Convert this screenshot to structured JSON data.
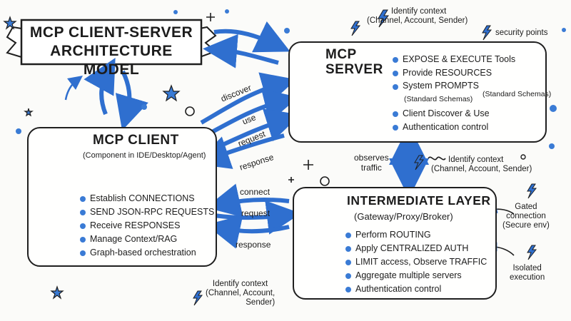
{
  "banner": {
    "line1": "MCP CLIENT-SERVER",
    "line2": "ARCHITECTURE MODEL"
  },
  "server": {
    "title1": "MCP",
    "title2": "SERVER",
    "items": [
      "EXPOSE & EXECUTE Tools",
      "Provide RESOURCES",
      "System PROMPTS",
      "Client Discover & Use",
      "Authentication control"
    ],
    "schema_note_1": "(Standard Schemas)",
    "schema_note_2": "(Standard Schemas)"
  },
  "client": {
    "title": "MCP CLIENT",
    "subtitle": "(Component in IDE/Desktop/Agent)",
    "items": [
      "Establish CONNECTIONS",
      "SEND JSON-RPC REQUESTS",
      "Receive RESPONSES",
      "Manage Context/RAG",
      "Graph-based orchestration"
    ]
  },
  "layer": {
    "title": "INTERMEDIATE LAYER",
    "subtitle": "(Gateway/Proxy/Broker)",
    "items": [
      "Perform ROUTING",
      "Apply CENTRALIZED AUTH",
      "LIMIT access, Observe TRAFFIC",
      "Aggregate multiple servers",
      "Authentication control"
    ]
  },
  "flow_labels": {
    "discover": "discover",
    "use": "use",
    "request_top": "request",
    "response_top": "response",
    "connect": "connect",
    "request_bottom": "request",
    "response_bottom": "response",
    "observes1": "observes",
    "observes2": "traffic"
  },
  "notes": {
    "top_context_1": "Identify context",
    "top_context_2": "(Channel, Account, Sender)",
    "security_points": "security points",
    "mid_context_1": "Identify context",
    "mid_context_2": "(Channel, Account, Sender)",
    "bottom_context_1": "Identify context",
    "bottom_context_2": "(Channel, Account,",
    "bottom_context_3": "Sender)",
    "gated_1": "Gated",
    "gated_2": "connection",
    "gated_3": "(Secure env)",
    "isolated_1": "Isolated",
    "isolated_2": "execution"
  },
  "colors": {
    "accent": "#3a7bd5",
    "ink": "#1f1f1f"
  },
  "icons": [
    "lightbulb-icon",
    "gear-icon",
    "robot-icon",
    "computer-icon",
    "cloud-icon",
    "graph-icon",
    "building-icon",
    "bolt-icon",
    "star-icon"
  ]
}
